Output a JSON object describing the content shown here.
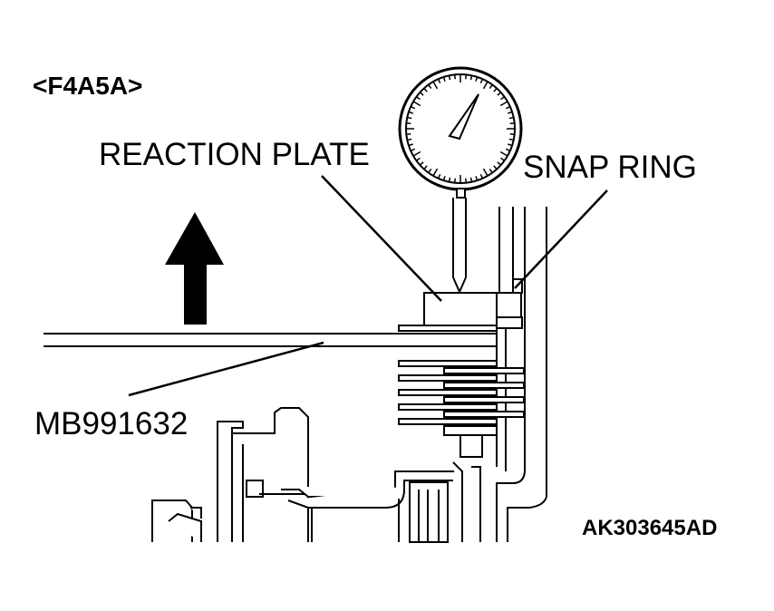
{
  "model_label": "<F4A5A>",
  "callouts": {
    "reaction_plate": "REACTION PLATE",
    "snap_ring": "SNAP RING",
    "tool": "MB991632"
  },
  "figure_code": "AK303645AD",
  "colors": {
    "ink": "#000000",
    "paper": "#ffffff"
  },
  "icons": {
    "direction_arrow": "arrow-up-icon",
    "gauge": "dial-gauge-icon"
  }
}
